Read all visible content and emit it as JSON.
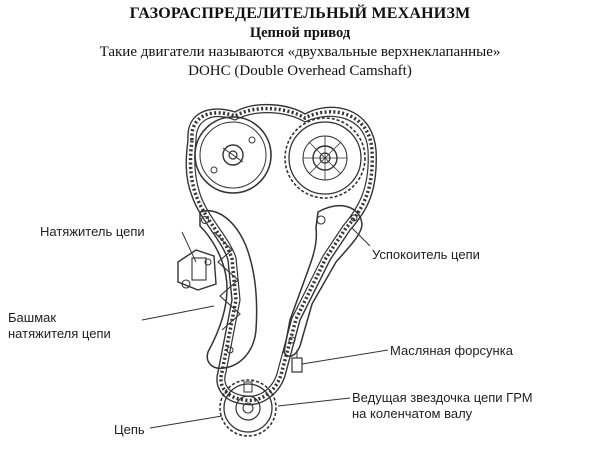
{
  "header": {
    "title": "ГАЗОРАСПРЕДЕЛИТЕЛЬНЫЙ МЕХАНИЗМ",
    "subtitle": "Цепной привод",
    "description": "Такие двигатели называются «двухвальные верхнеклапанные»",
    "abbreviation": "DOHC (Double Overhead Camshaft)"
  },
  "labels": {
    "chain_tensioner": "Натяжитель цепи",
    "tensioner_shoe_line1": "Башмак",
    "tensioner_shoe_line2": "натяжителя цепи",
    "chain": "Цепь",
    "chain_damper": "Успокоитель цепи",
    "oil_nozzle": "Масляная форсунка",
    "drive_sprocket_line1": "Ведущая звездочка цепи ГРМ",
    "drive_sprocket_line2": "на коленчатом валу"
  },
  "colors": {
    "line": "#333333",
    "text": "#222222"
  }
}
